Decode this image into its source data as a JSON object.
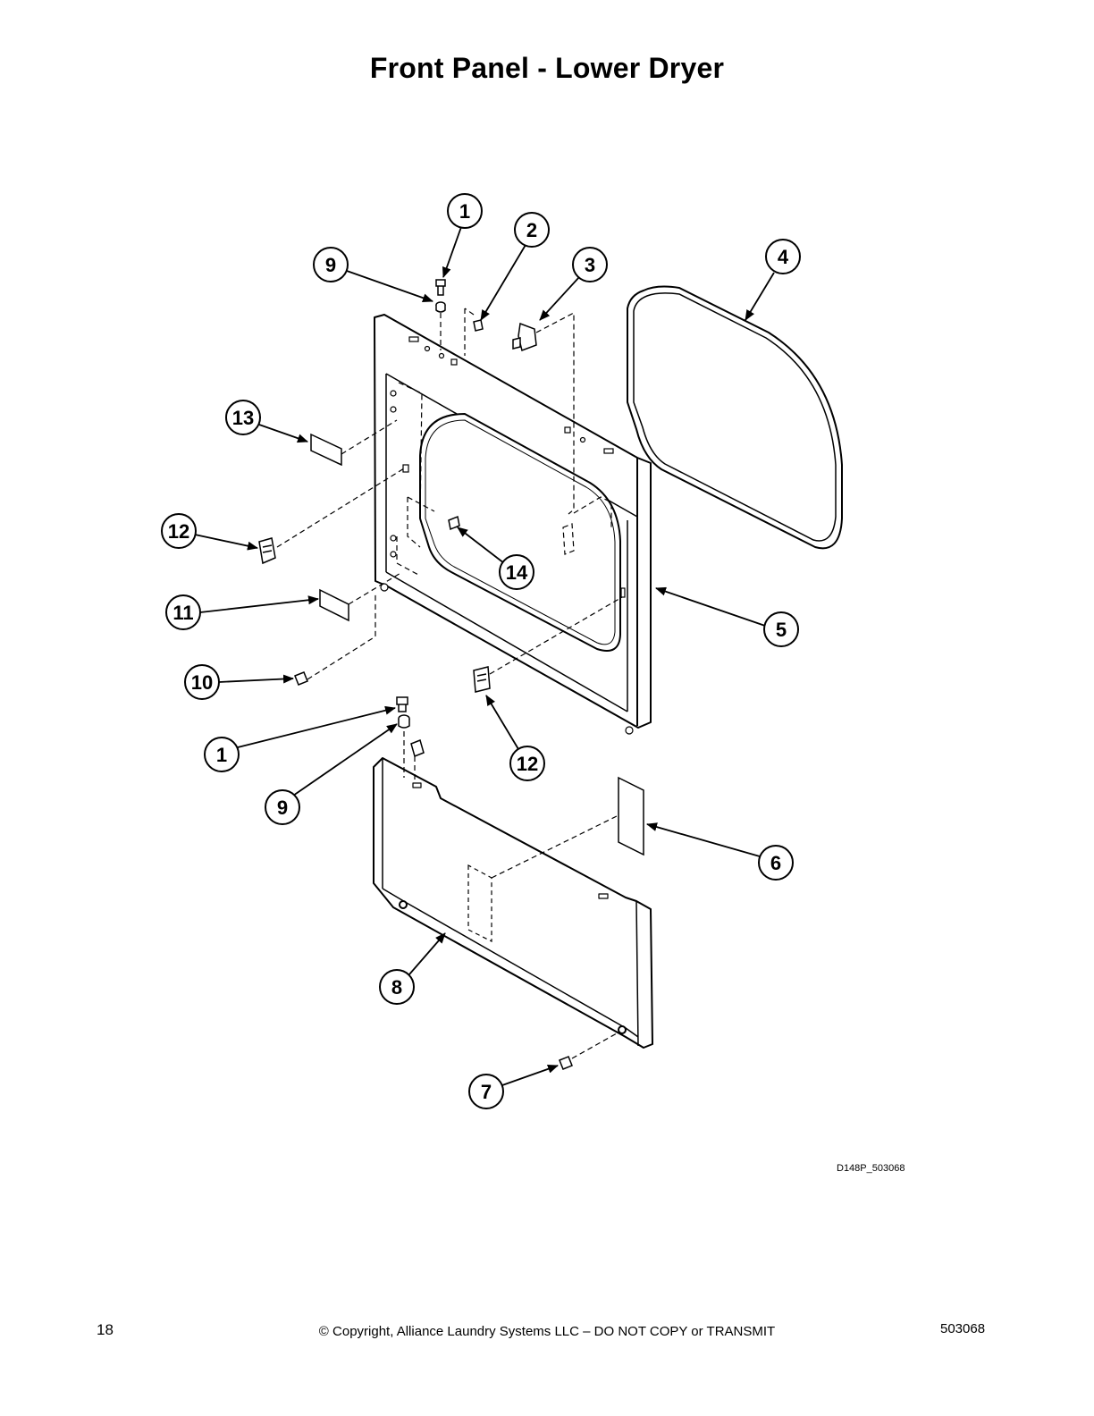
{
  "page": {
    "title": "Front Panel - Lower Dryer",
    "drawing_id": "D148P_503068",
    "page_number": "18",
    "copyright": "© Copyright, Alliance Laundry Systems LLC – DO NOT COPY or TRANSMIT",
    "document_number": "503068"
  },
  "callouts": [
    {
      "id": "c1a",
      "label": "1"
    },
    {
      "id": "c2",
      "label": "2"
    },
    {
      "id": "c3",
      "label": "3"
    },
    {
      "id": "c4",
      "label": "4"
    },
    {
      "id": "c9a",
      "label": "9"
    },
    {
      "id": "c13",
      "label": "13"
    },
    {
      "id": "c12a",
      "label": "12"
    },
    {
      "id": "c14",
      "label": "14"
    },
    {
      "id": "c11",
      "label": "11"
    },
    {
      "id": "c5",
      "label": "5"
    },
    {
      "id": "c10",
      "label": "10"
    },
    {
      "id": "c1b",
      "label": "1"
    },
    {
      "id": "c12b",
      "label": "12"
    },
    {
      "id": "c9b",
      "label": "9"
    },
    {
      "id": "c6",
      "label": "6"
    },
    {
      "id": "c8",
      "label": "8"
    },
    {
      "id": "c7",
      "label": "7"
    }
  ]
}
